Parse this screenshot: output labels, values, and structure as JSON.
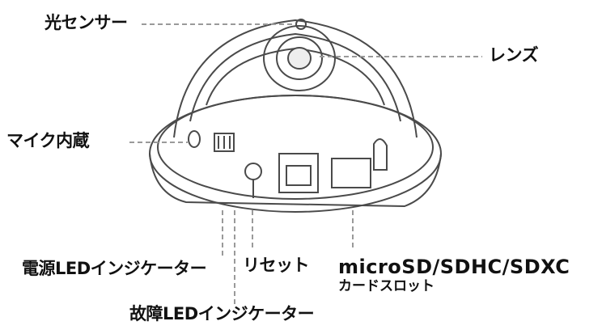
{
  "labels": {
    "light_sensor": "光センサー",
    "lens": "レンズ",
    "built_in_mic": "マイク内蔵",
    "power_led": "電源LEDインジケーター",
    "reset": "リセット",
    "sd_slot_line1": "microSD/SDHC/SDXC",
    "sd_slot_line2": "カードスロット",
    "fault_led": "故障LEDインジケーター"
  },
  "colors": {
    "outline": "#4a4a4a",
    "leader": "#9a9a9a",
    "background": "#ffffff"
  }
}
